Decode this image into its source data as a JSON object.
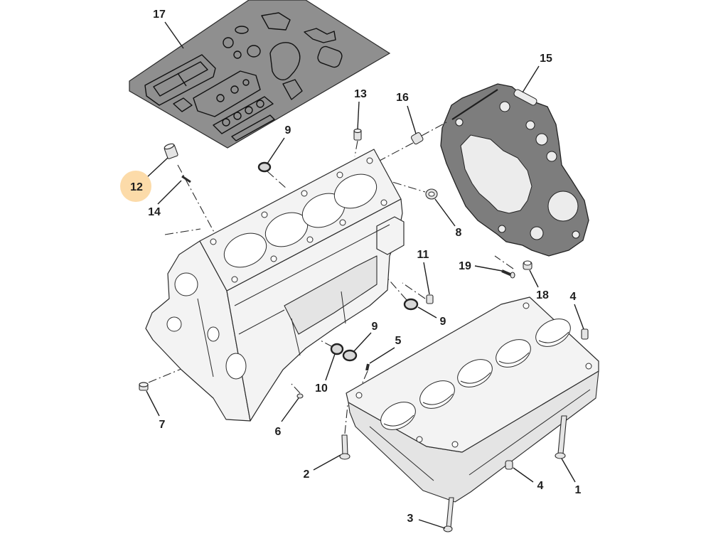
{
  "diagram": {
    "callouts": [
      {
        "label": "17"
      },
      {
        "label": "15"
      },
      {
        "label": "13"
      },
      {
        "label": "16"
      },
      {
        "label": "9"
      },
      {
        "label": "12",
        "highlighted": true
      },
      {
        "label": "14"
      },
      {
        "label": "8"
      },
      {
        "label": "11"
      },
      {
        "label": "19"
      },
      {
        "label": "18"
      },
      {
        "label": "4"
      },
      {
        "label": "9"
      },
      {
        "label": "9"
      },
      {
        "label": "5"
      },
      {
        "label": "10"
      },
      {
        "label": "7"
      },
      {
        "label": "6"
      },
      {
        "label": "2"
      },
      {
        "label": "4"
      },
      {
        "label": "1"
      },
      {
        "label": "3"
      }
    ],
    "colors": {
      "highlight": "#fcdba9",
      "gasket_sheet": "#8f8f8f",
      "plate": "#7d7d7d",
      "plate_opening": "#ececec",
      "line": "#1e1e1e"
    }
  }
}
